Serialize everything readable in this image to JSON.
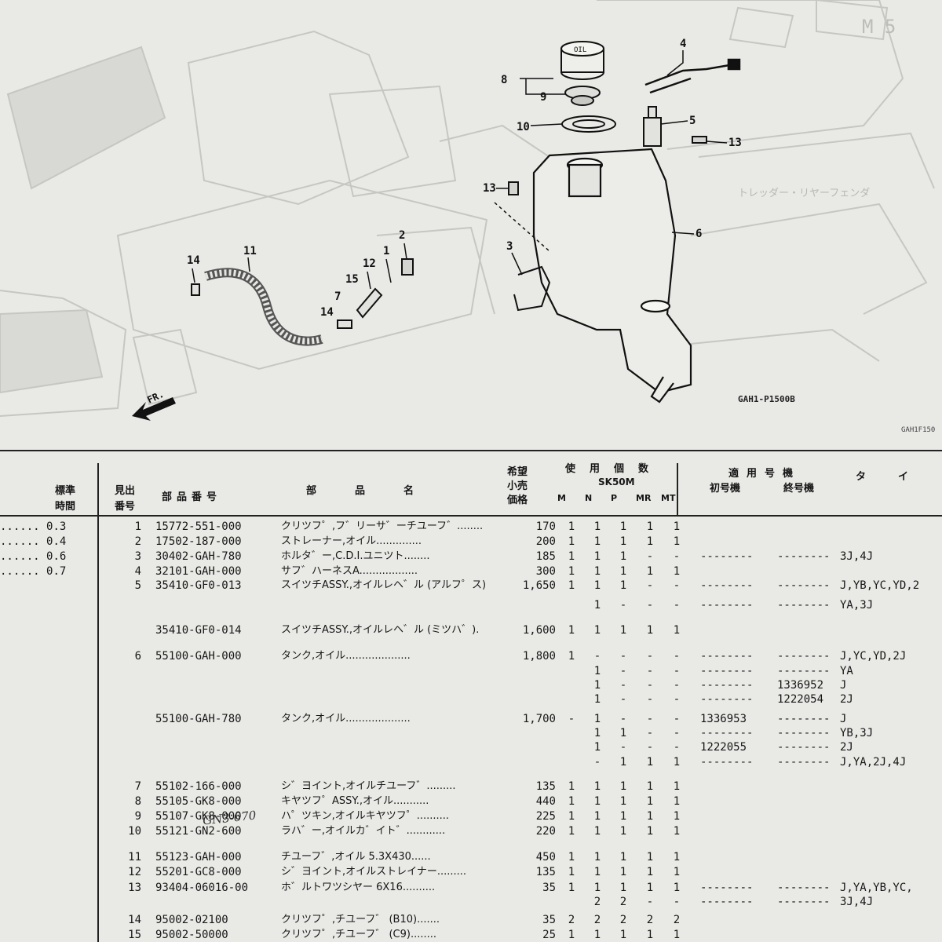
{
  "diagram": {
    "code": "GAH1-P1500B",
    "code_edge": "GAH1F150",
    "fr_label": "FR.",
    "corner_label": "M 5",
    "side_text": "トレッダー・リヤーフェンダ",
    "callouts": [
      "8",
      "9",
      "10",
      "4",
      "5",
      "13",
      "13",
      "6",
      "3",
      "2",
      "1",
      "12",
      "15",
      "11",
      "14",
      "14",
      "7"
    ],
    "cap_text": "OIL"
  },
  "hand_note": "GN3-670",
  "headers": {
    "std_time": [
      "標準",
      "時間"
    ],
    "ref_no": [
      "見出",
      "番号"
    ],
    "part_no": "部品番号",
    "part_name": "部　品　名",
    "price": [
      "希望",
      "小売",
      "価格"
    ],
    "qty": "使用個数",
    "model": "SK50M",
    "types": [
      "M",
      "N",
      "P",
      "MR",
      "MT"
    ],
    "applicable": "適用号機",
    "first": "初号機",
    "last": "終号機",
    "type": "タ　イ"
  },
  "std_times": [
    "0.3",
    "0.4",
    "0.6",
    "0.7"
  ],
  "rows": [
    {
      "ref": "1",
      "part": "15772-551-000",
      "name": "クリツフ゜,フ゛リーサ゛ーチユーフ゛........",
      "price": "170",
      "q": [
        "1",
        "1",
        "1",
        "1",
        "1"
      ],
      "first": "",
      "last": "",
      "type": ""
    },
    {
      "ref": "2",
      "part": "17502-187-000",
      "name": "ストレーナー,オイル..............",
      "price": "200",
      "q": [
        "1",
        "1",
        "1",
        "1",
        "1"
      ],
      "first": "",
      "last": "",
      "type": ""
    },
    {
      "ref": "3",
      "part": "30402-GAH-780",
      "name": "ホルタ゛ー,C.D.I.ユニツト........",
      "price": "185",
      "q": [
        "1",
        "1",
        "1",
        "-",
        "-"
      ],
      "first": "--------",
      "last": "--------",
      "type": "3J,4J"
    },
    {
      "ref": "4",
      "part": "32101-GAH-000",
      "name": "サフ゛ハーネスA..................",
      "price": "300",
      "q": [
        "1",
        "1",
        "1",
        "1",
        "1"
      ],
      "first": "",
      "last": "",
      "type": ""
    },
    {
      "ref": "5",
      "part": "35410-GF0-013",
      "name": "スイツチASSY.,オイルレヘ゛ル (アルフ゜ス)",
      "price": "1,650",
      "q": [
        "1",
        "1",
        "1",
        "-",
        "-"
      ],
      "first": "--------",
      "last": "--------",
      "type": "J,YB,YC,YD,2"
    },
    {
      "ref": "",
      "part": "",
      "name": "",
      "price": "",
      "q": [
        "",
        "1",
        "-",
        "-",
        "-"
      ],
      "first": "--------",
      "last": "--------",
      "type": "YA,3J"
    },
    {
      "ref": "",
      "part": "35410-GF0-014",
      "name": "スイツチASSY.,オイルレヘ゛ル (ミツハ゛).",
      "price": "1,600",
      "q": [
        "1",
        "1",
        "1",
        "1",
        "1"
      ],
      "first": "",
      "last": "",
      "type": ""
    },
    {
      "ref": "6",
      "part": "55100-GAH-000",
      "name": "タンク,オイル....................",
      "price": "1,800",
      "q": [
        "1",
        "-",
        "-",
        "-",
        "-"
      ],
      "first": "--------",
      "last": "--------",
      "type": "J,YC,YD,2J"
    },
    {
      "ref": "",
      "part": "",
      "name": "",
      "price": "",
      "q": [
        "",
        "1",
        "-",
        "-",
        "-"
      ],
      "first": "--------",
      "last": "--------",
      "type": "YA"
    },
    {
      "ref": "",
      "part": "",
      "name": "",
      "price": "",
      "q": [
        "",
        "1",
        "-",
        "-",
        "-"
      ],
      "first": "--------",
      "last": "1336952",
      "type": "J"
    },
    {
      "ref": "",
      "part": "",
      "name": "",
      "price": "",
      "q": [
        "",
        "1",
        "-",
        "-",
        "-"
      ],
      "first": "--------",
      "last": "1222054",
      "type": "2J"
    },
    {
      "ref": "",
      "part": "55100-GAH-780",
      "name": "タンク,オイル....................",
      "price": "1,700",
      "q": [
        "-",
        "1",
        "-",
        "-",
        "-"
      ],
      "first": "1336953",
      "last": "--------",
      "type": "J"
    },
    {
      "ref": "",
      "part": "",
      "name": "",
      "price": "",
      "q": [
        "",
        "1",
        "1",
        "-",
        "-"
      ],
      "first": "--------",
      "last": "--------",
      "type": "YB,3J"
    },
    {
      "ref": "",
      "part": "",
      "name": "",
      "price": "",
      "q": [
        "",
        "1",
        "-",
        "-",
        "-"
      ],
      "first": "1222055",
      "last": "--------",
      "type": "2J"
    },
    {
      "ref": "",
      "part": "",
      "name": "",
      "price": "",
      "q": [
        "",
        "-",
        "1",
        "1",
        "1"
      ],
      "first": "--------",
      "last": "--------",
      "type": "J,YA,2J,4J"
    },
    {
      "ref": "7",
      "part": "55102-166-000",
      "name": "シ゛ヨイント,オイルチユーフ゛.........",
      "price": "135",
      "q": [
        "1",
        "1",
        "1",
        "1",
        "1"
      ],
      "first": "",
      "last": "",
      "type": ""
    },
    {
      "ref": "8",
      "part": "55105-GK8-000",
      "name": "キヤツフ゜ASSY.,オイル...........",
      "price": "440",
      "q": [
        "1",
        "1",
        "1",
        "1",
        "1"
      ],
      "first": "",
      "last": "",
      "type": ""
    },
    {
      "ref": "9",
      "part": "55107-GK8-000",
      "name": "ハ゜ツキン,オイルキヤツフ゜..........",
      "price": "225",
      "q": [
        "1",
        "1",
        "1",
        "1",
        "1"
      ],
      "first": "",
      "last": "",
      "type": ""
    },
    {
      "ref": "10",
      "part": "55121-GN2-600",
      "name": "ラハ゛ー,オイルカ゛イト゛............",
      "price": "220",
      "q": [
        "1",
        "1",
        "1",
        "1",
        "1"
      ],
      "first": "",
      "last": "",
      "type": ""
    },
    {
      "ref": "11",
      "part": "55123-GAH-000",
      "name": "チユーフ゛,オイル 5.3X430......",
      "price": "450",
      "q": [
        "1",
        "1",
        "1",
        "1",
        "1"
      ],
      "first": "",
      "last": "",
      "type": ""
    },
    {
      "ref": "12",
      "part": "55201-GC8-000",
      "name": "シ゛ヨイント,オイルストレイナー.........",
      "price": "135",
      "q": [
        "1",
        "1",
        "1",
        "1",
        "1"
      ],
      "first": "",
      "last": "",
      "type": ""
    },
    {
      "ref": "13",
      "part": "93404-06016-00",
      "name": "ホ゛ルトワツシヤー 6X16..........",
      "price": "35",
      "q": [
        "1",
        "1",
        "1",
        "1",
        "1"
      ],
      "first": "--------",
      "last": "--------",
      "type": "J,YA,YB,YC,"
    },
    {
      "ref": "",
      "part": "",
      "name": "",
      "price": "",
      "q": [
        "",
        "2",
        "2",
        "-",
        "-"
      ],
      "first": "--------",
      "last": "--------",
      "type": "3J,4J"
    },
    {
      "ref": "14",
      "part": "95002-02100",
      "name": "クリツフ゜,チユーフ゛ (B10).......",
      "price": "35",
      "q": [
        "2",
        "2",
        "2",
        "2",
        "2"
      ],
      "first": "",
      "last": "",
      "type": ""
    },
    {
      "ref": "15",
      "part": "95002-50000",
      "name": "クリツフ゜,チユーフ゛ (C9)........",
      "price": "25",
      "q": [
        "1",
        "1",
        "1",
        "1",
        "1"
      ],
      "first": "",
      "last": "",
      "type": ""
    }
  ]
}
